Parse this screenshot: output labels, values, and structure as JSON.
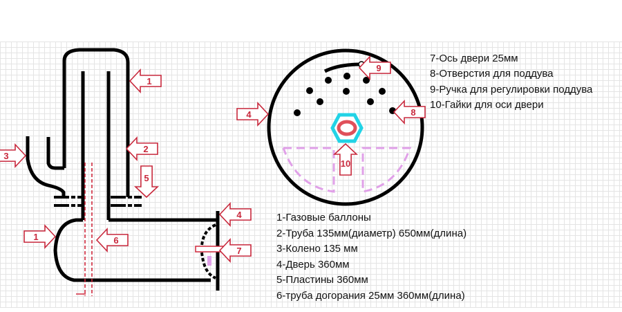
{
  "legend_top": [
    "7-Ось двери 25мм",
    "8-Отверстия для поддува",
    "9-Ручка для регулировки поддува",
    "10-Гайки для оси двери"
  ],
  "legend_bottom": [
    "1-Газовые баллоны",
    "2-Труба 135мм(диаметр) 650мм(длина)",
    "3-Колено 135 мм",
    "4-Дверь 360мм",
    "5-Пластины 360мм",
    "6-труба догорания 25мм 360мм(длина)"
  ],
  "callouts": [
    "1",
    "2",
    "3",
    "5",
    "1",
    "6",
    "4",
    "7",
    "4",
    "9",
    "8",
    "10"
  ],
  "colors": {
    "outline": "#000000",
    "callout": "#c8283c",
    "nut": "#22d3e6",
    "washer": "#e0505a",
    "plates_dashed": "#e0a0e8"
  }
}
